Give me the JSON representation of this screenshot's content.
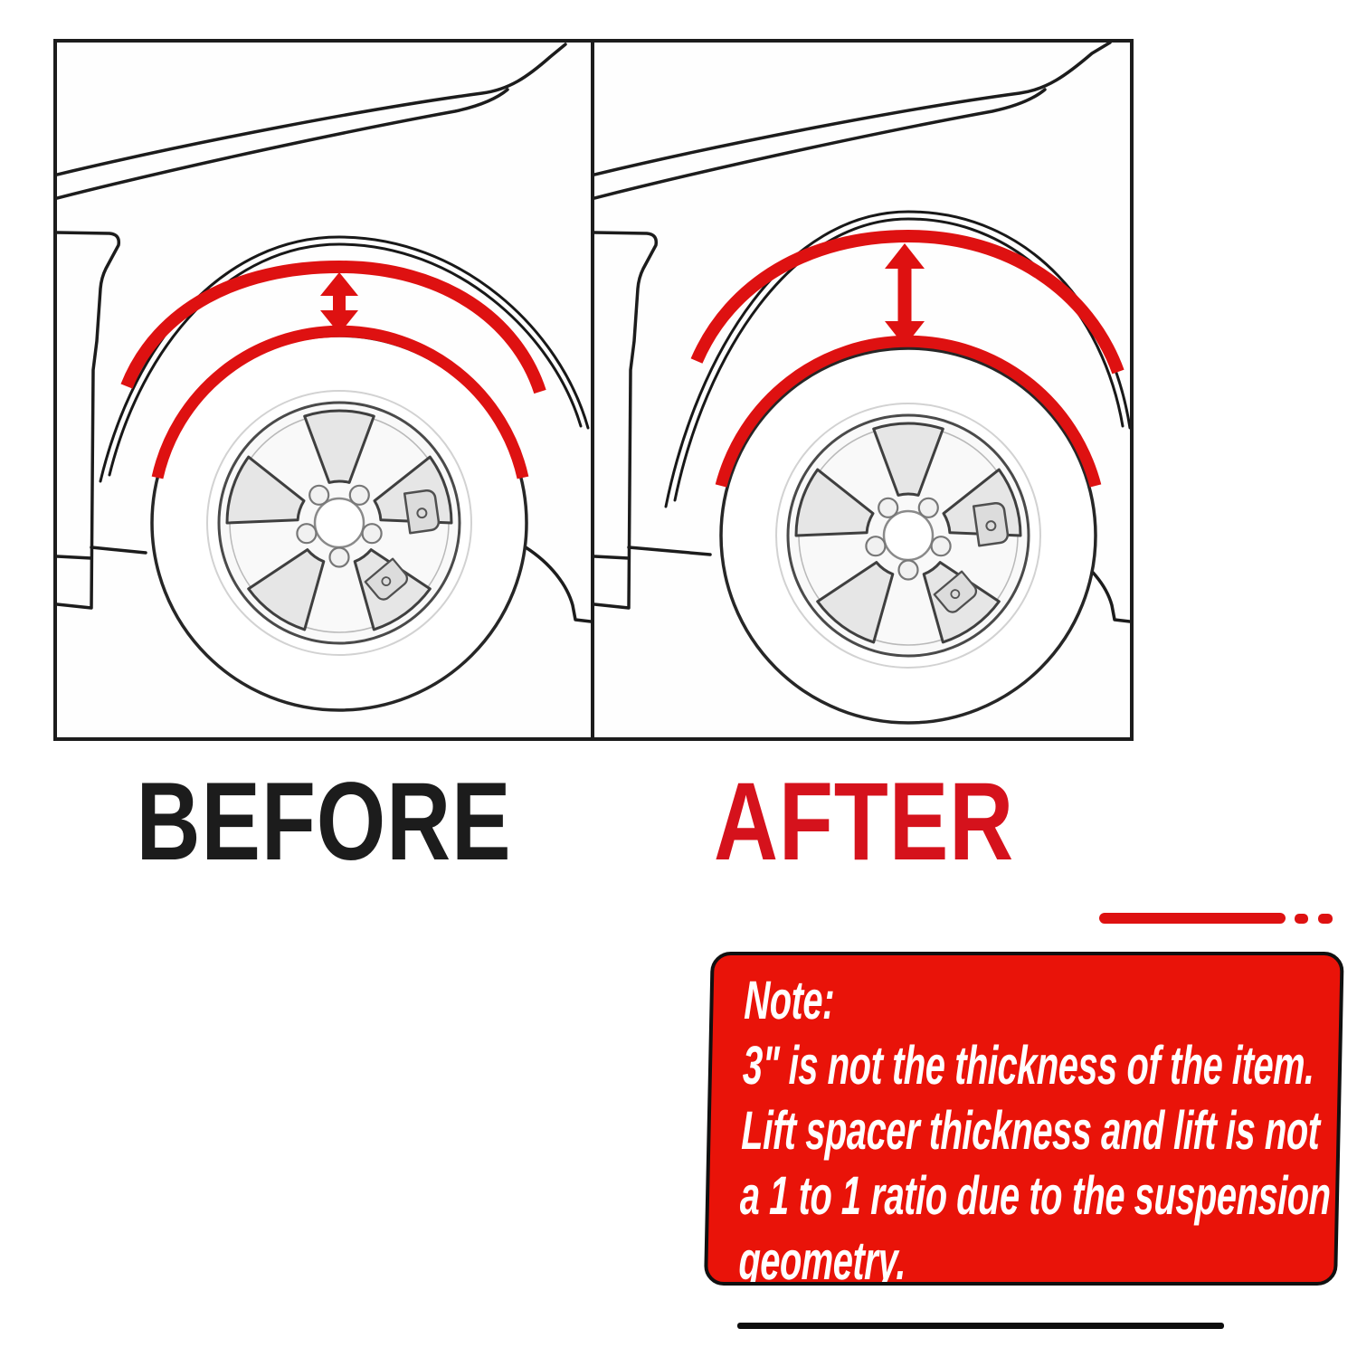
{
  "before_panel": {
    "label": "BEFORE"
  },
  "after_panel": {
    "label": "AFTER"
  },
  "note_box": {
    "lines": [
      "Note:",
      "3\" is not the thickness of the item.",
      "Lift spacer thickness and lift is not",
      "a 1 to 1 ratio due to the suspension",
      "geometry."
    ]
  },
  "colors": {
    "highlight_red": "#de1111",
    "after_label_red": "#d5121c",
    "note_bg_red": "#e91309",
    "note_text_white": "#ffffff",
    "outline_black": "#1c1c1c"
  }
}
